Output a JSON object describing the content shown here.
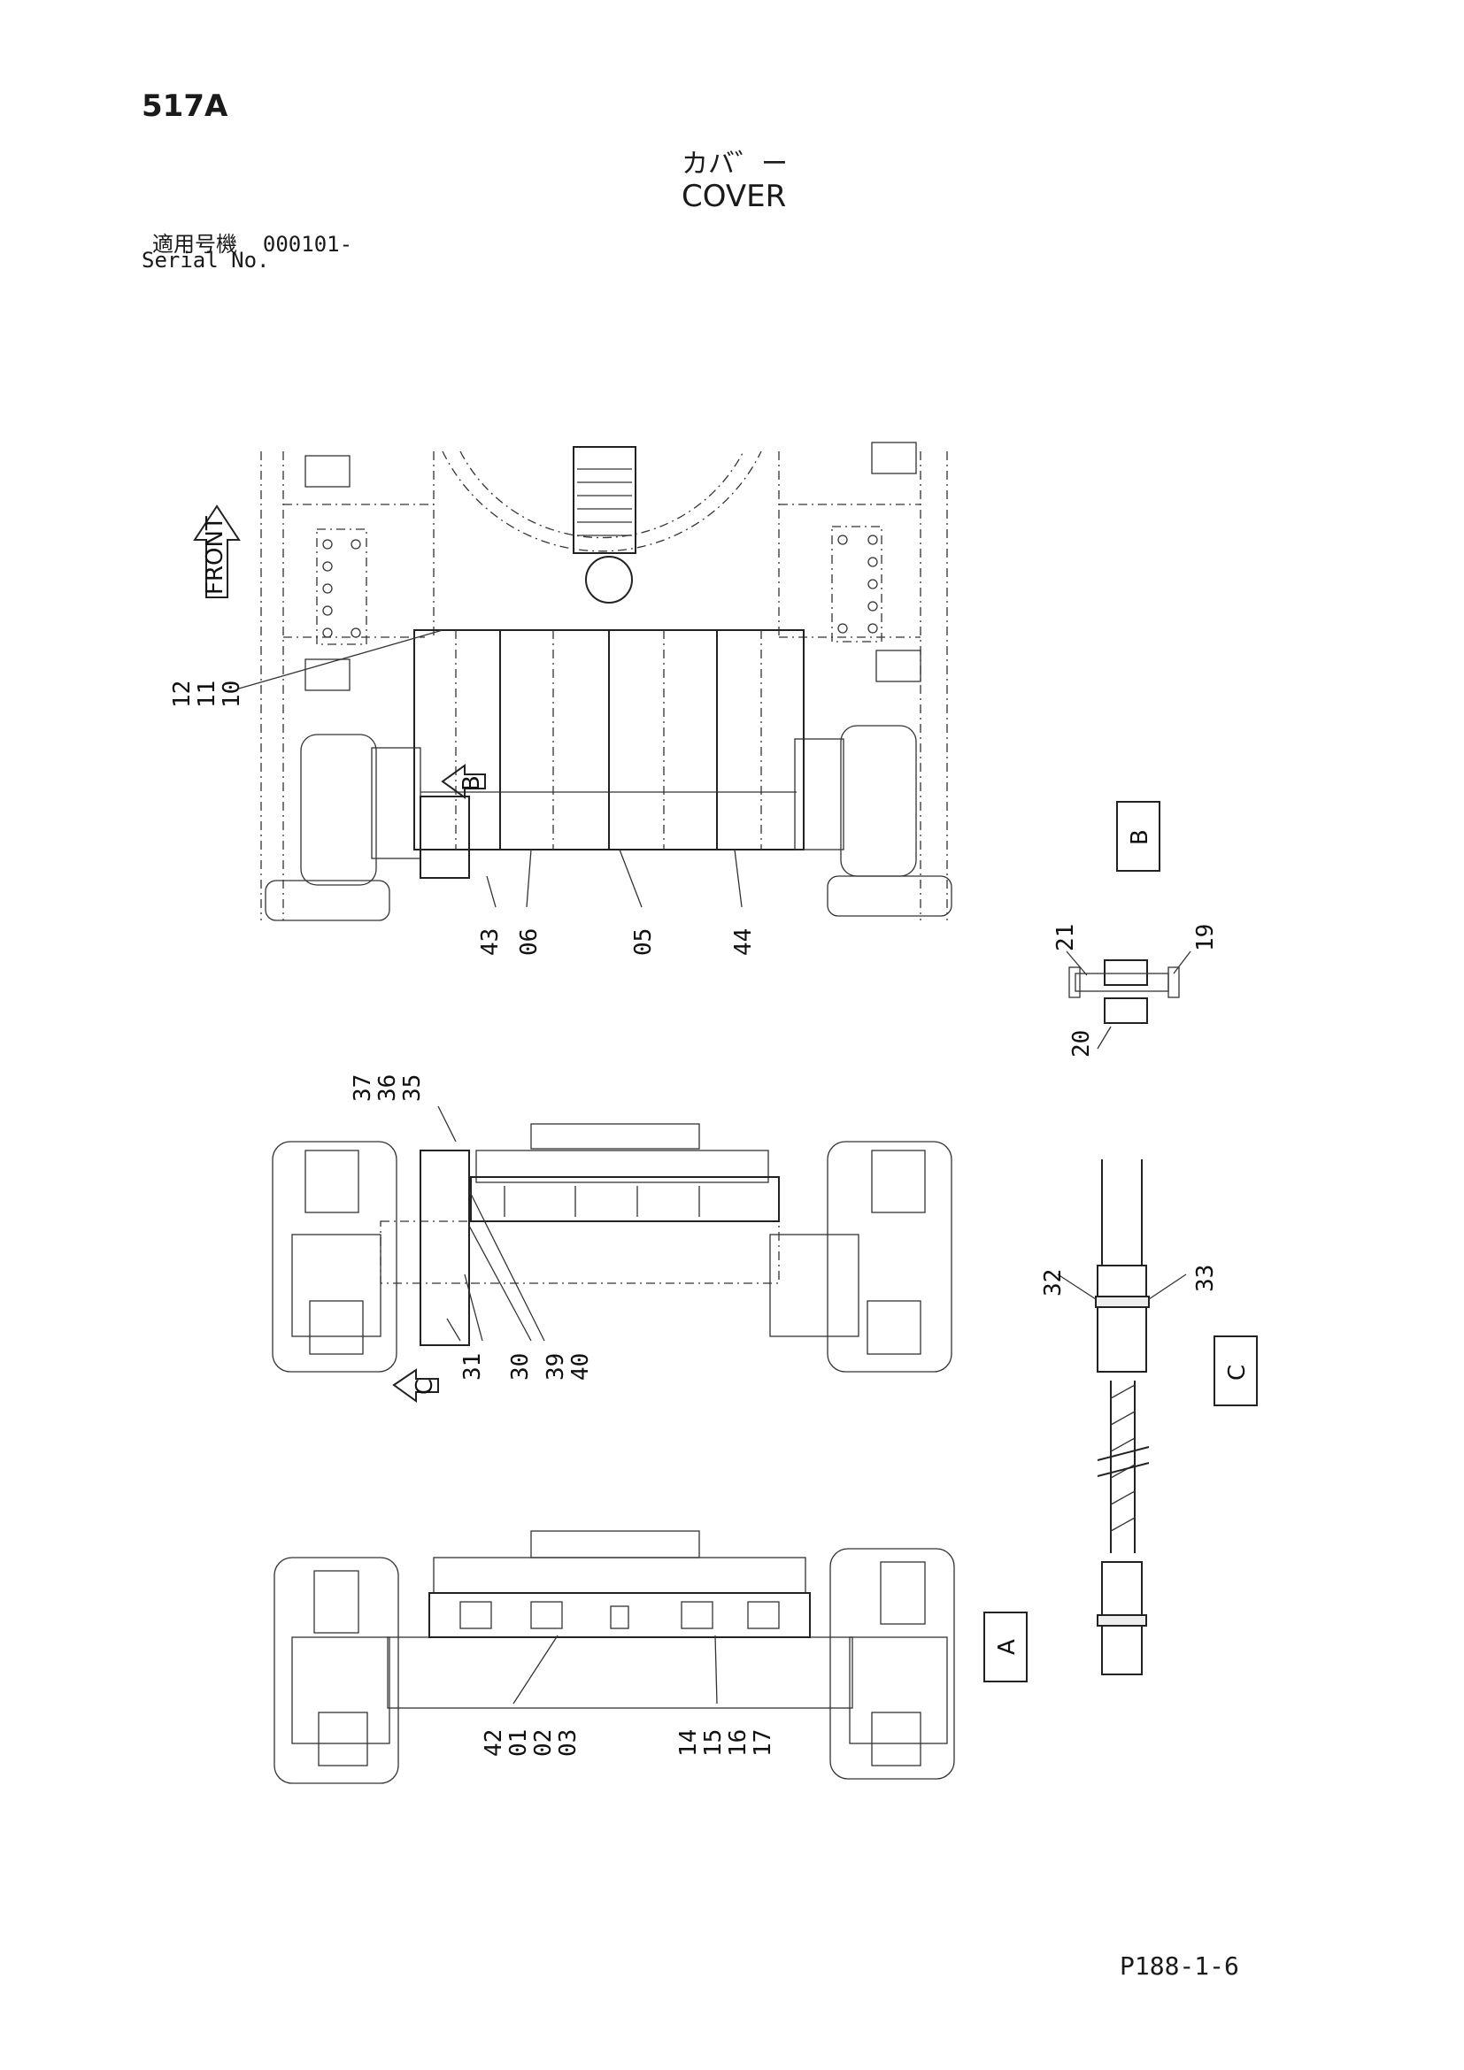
{
  "header": {
    "page_code": "517A",
    "title_jp": "カバ゛ー",
    "title_en": "COVER",
    "serial_label_jp": "適用号機",
    "serial_value": "000101-",
    "serial_label_en": "Serial No."
  },
  "footer": {
    "page_ref": "P188-1-6"
  },
  "views": {
    "front_arrow": "FRONT",
    "b": "B",
    "c": "C",
    "a": "A"
  },
  "labels": {
    "top_left": [
      "12",
      "11",
      "10"
    ],
    "top_bottom": [
      "43",
      "06",
      "05",
      "44"
    ],
    "detail_b": [
      "21",
      "20",
      "19"
    ],
    "mid_top": [
      "37",
      "36",
      "35"
    ],
    "mid_bottom": [
      "31",
      "30",
      "39",
      "40"
    ],
    "detail_c": [
      "32",
      "33"
    ],
    "bot_left": [
      "42",
      "01",
      "02",
      "03"
    ],
    "bot_right": [
      "14",
      "15",
      "16",
      "17"
    ]
  }
}
